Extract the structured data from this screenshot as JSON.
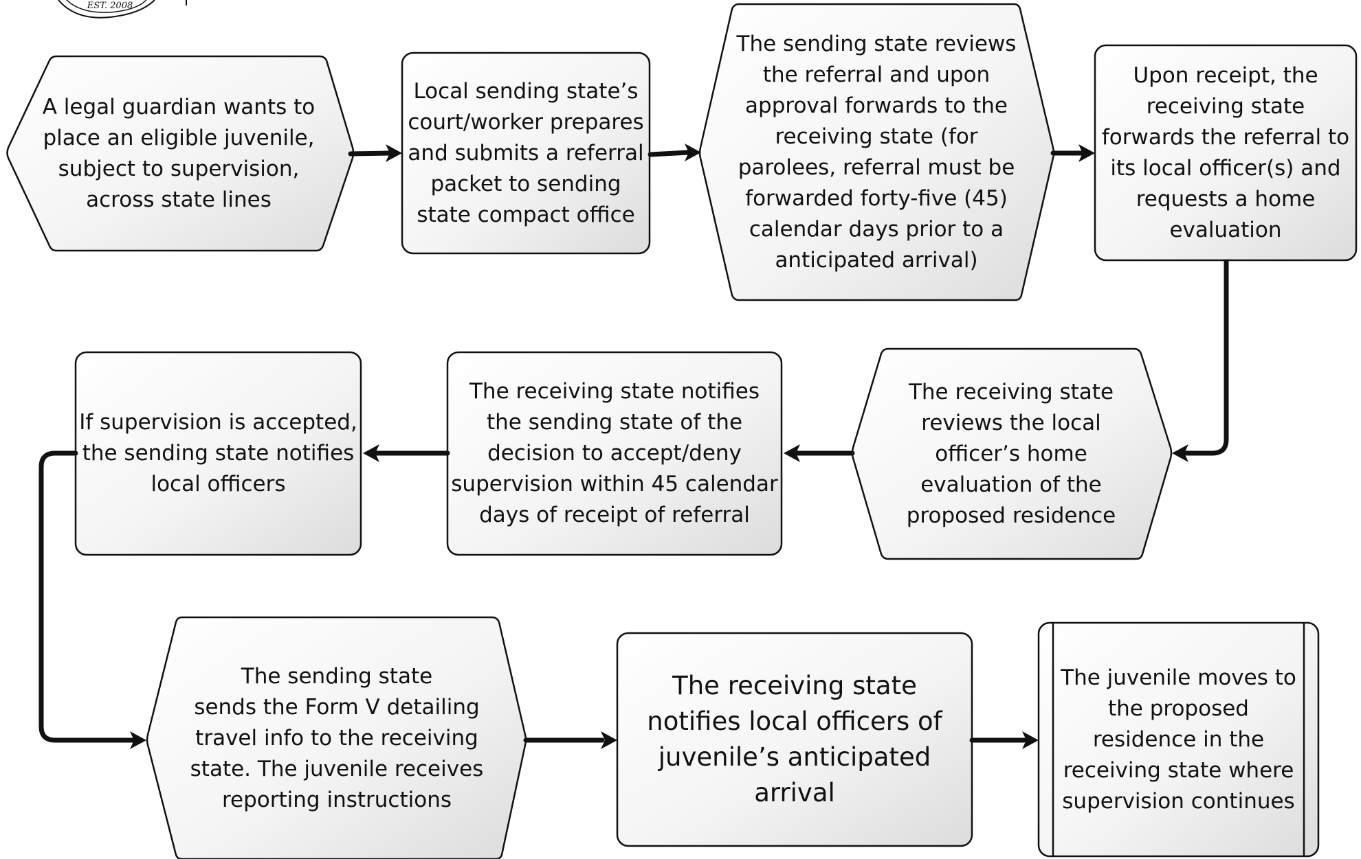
{
  "logo": {
    "text": "EST. 2008"
  },
  "steps": [
    {
      "id": "s1",
      "text": "A legal guardian wants to place an eligible juvenile, subject to supervision, across state lines"
    },
    {
      "id": "s2",
      "text": "Local sending state’s court/worker prepares and submits a referral packet to sending state compact office"
    },
    {
      "id": "s3",
      "text": "The sending state reviews the referral and upon approval forwards to the receiving state (for parolees, referral must be forwarded forty-five (45) calendar days prior to a anticipated arrival)"
    },
    {
      "id": "s4",
      "text": "Upon receipt, the receiving state forwards the referral to its local officer(s) and requests a home evaluation"
    },
    {
      "id": "s5",
      "text": "The receiving state reviews the local officer’s home evaluation of the proposed residence"
    },
    {
      "id": "s6",
      "text": "The receiving state notifies the sending state of the decision to accept/deny supervision within 45 calendar days of receipt of referral"
    },
    {
      "id": "s7",
      "text": "If supervision is accepted, the sending state notifies local officers"
    },
    {
      "id": "s8",
      "text": "The sending state\nsends the Form V detailing travel info to the receiving state. The juvenile receives reporting instructions"
    },
    {
      "id": "s9",
      "text": "The receiving state notifies local officers of juvenile’s anticipated arrival"
    },
    {
      "id": "s10",
      "text": "The juvenile moves to the proposed residence in the receiving state where supervision continues"
    }
  ],
  "colors": {
    "stroke": "#111111",
    "fill_light": "#ffffff",
    "fill_dark": "#dedede"
  }
}
